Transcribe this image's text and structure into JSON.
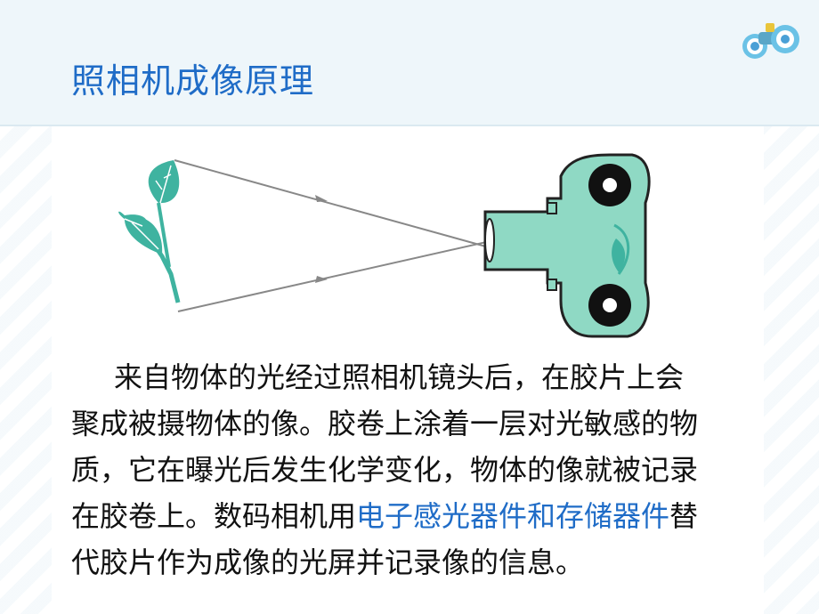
{
  "title": "照相机成像原理",
  "icons": {
    "header": "binoculars-icon",
    "diagram": "camera-diagram",
    "object": "leaf-icon"
  },
  "colors": {
    "title": "#1f6cc7",
    "highlight": "#1f6cc7",
    "camera_body": "#8fd9c4",
    "leaf": "#3fb3a0",
    "ray": "#888888"
  },
  "paragraph": {
    "line1": "来自物体的光经过照相机镜头后，在胶片上会",
    "line2": "聚成被摄物体的像。胶卷上涂着一层对光敏感的物",
    "line3": "质，它在曝光后发生化学变化，物体的像就被记录",
    "line4_before": "在胶卷上。数码相机用",
    "line4_highlight": "电子感光器件和存储器件",
    "line4_after": "替",
    "line5": "代胶片作为成像的光屏并记录像的信息。"
  }
}
